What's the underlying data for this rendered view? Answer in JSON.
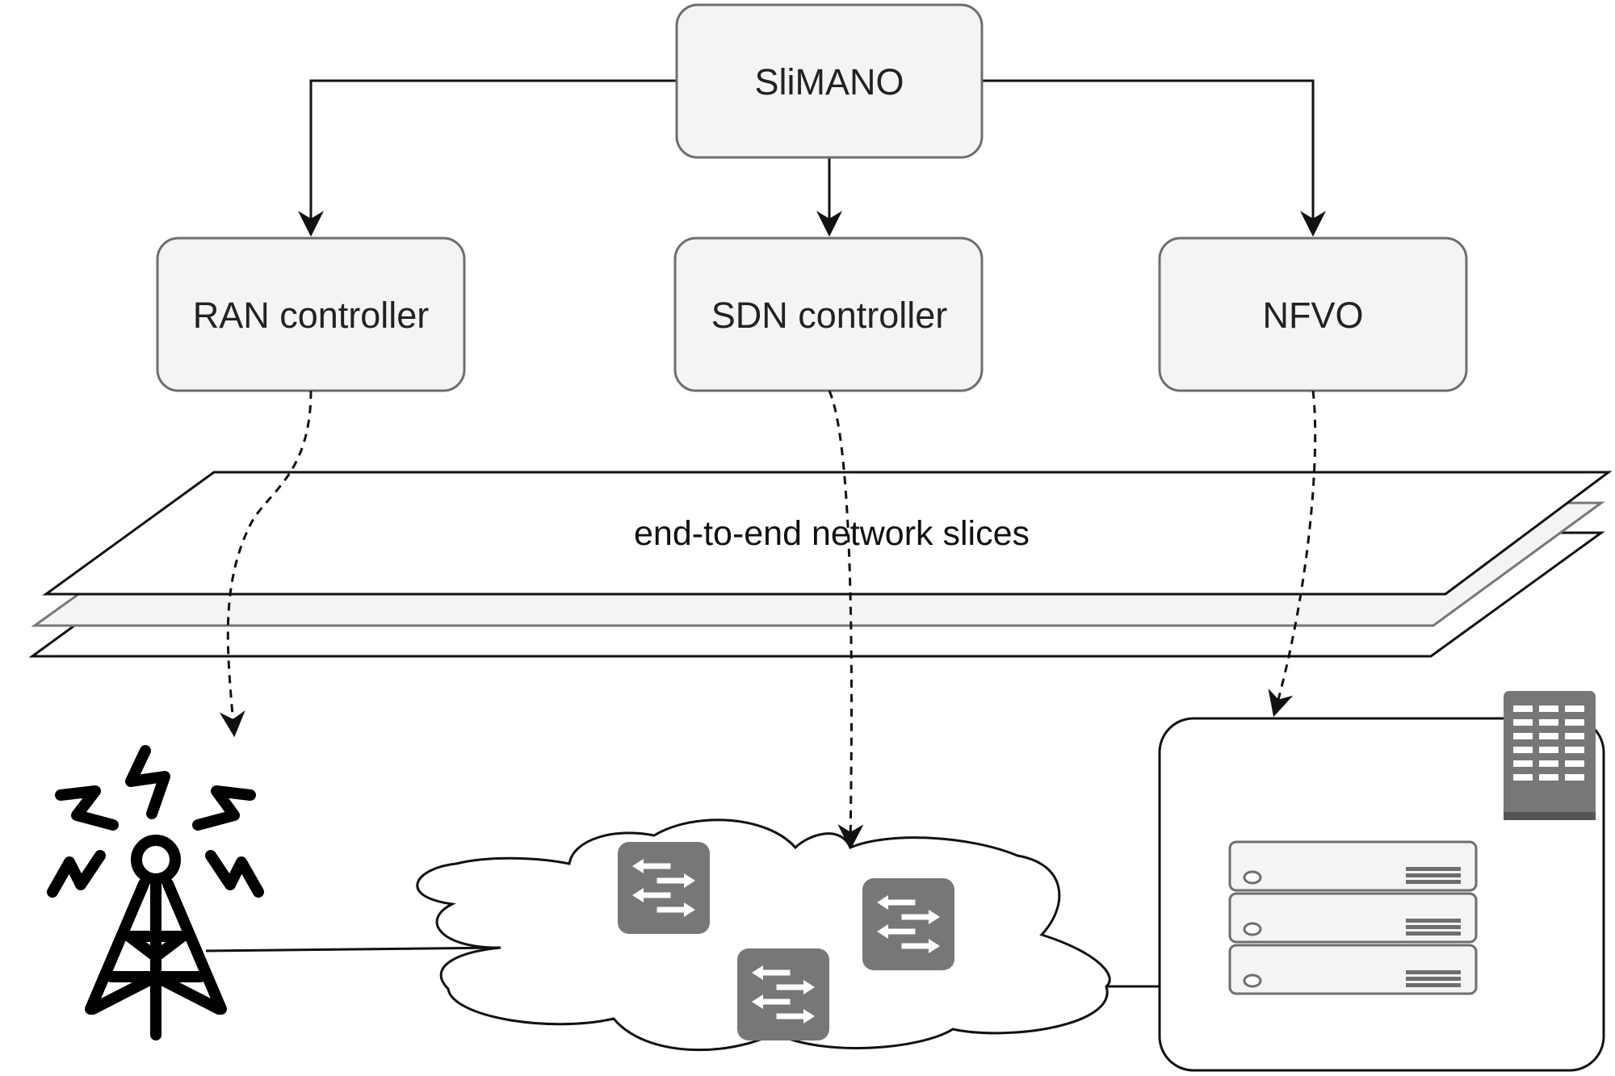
{
  "nodes": {
    "orchestrator": "SliMANO",
    "ran_controller": "RAN controller",
    "sdn_controller": "SDN controller",
    "nfvo": "NFVO"
  },
  "slices": {
    "label": "end-to-end network slices"
  },
  "colors": {
    "box_fill": "#f4f4f4",
    "box_stroke": "#6e6e6e",
    "icon_gray": "#777777",
    "line": "#111111"
  },
  "icons": {
    "tower": "radio-tower-icon",
    "cloud": "network-cloud-icon",
    "switch": "network-switch-icon",
    "server": "server-rack-icon",
    "datacenter": "datacenter-building-icon"
  }
}
